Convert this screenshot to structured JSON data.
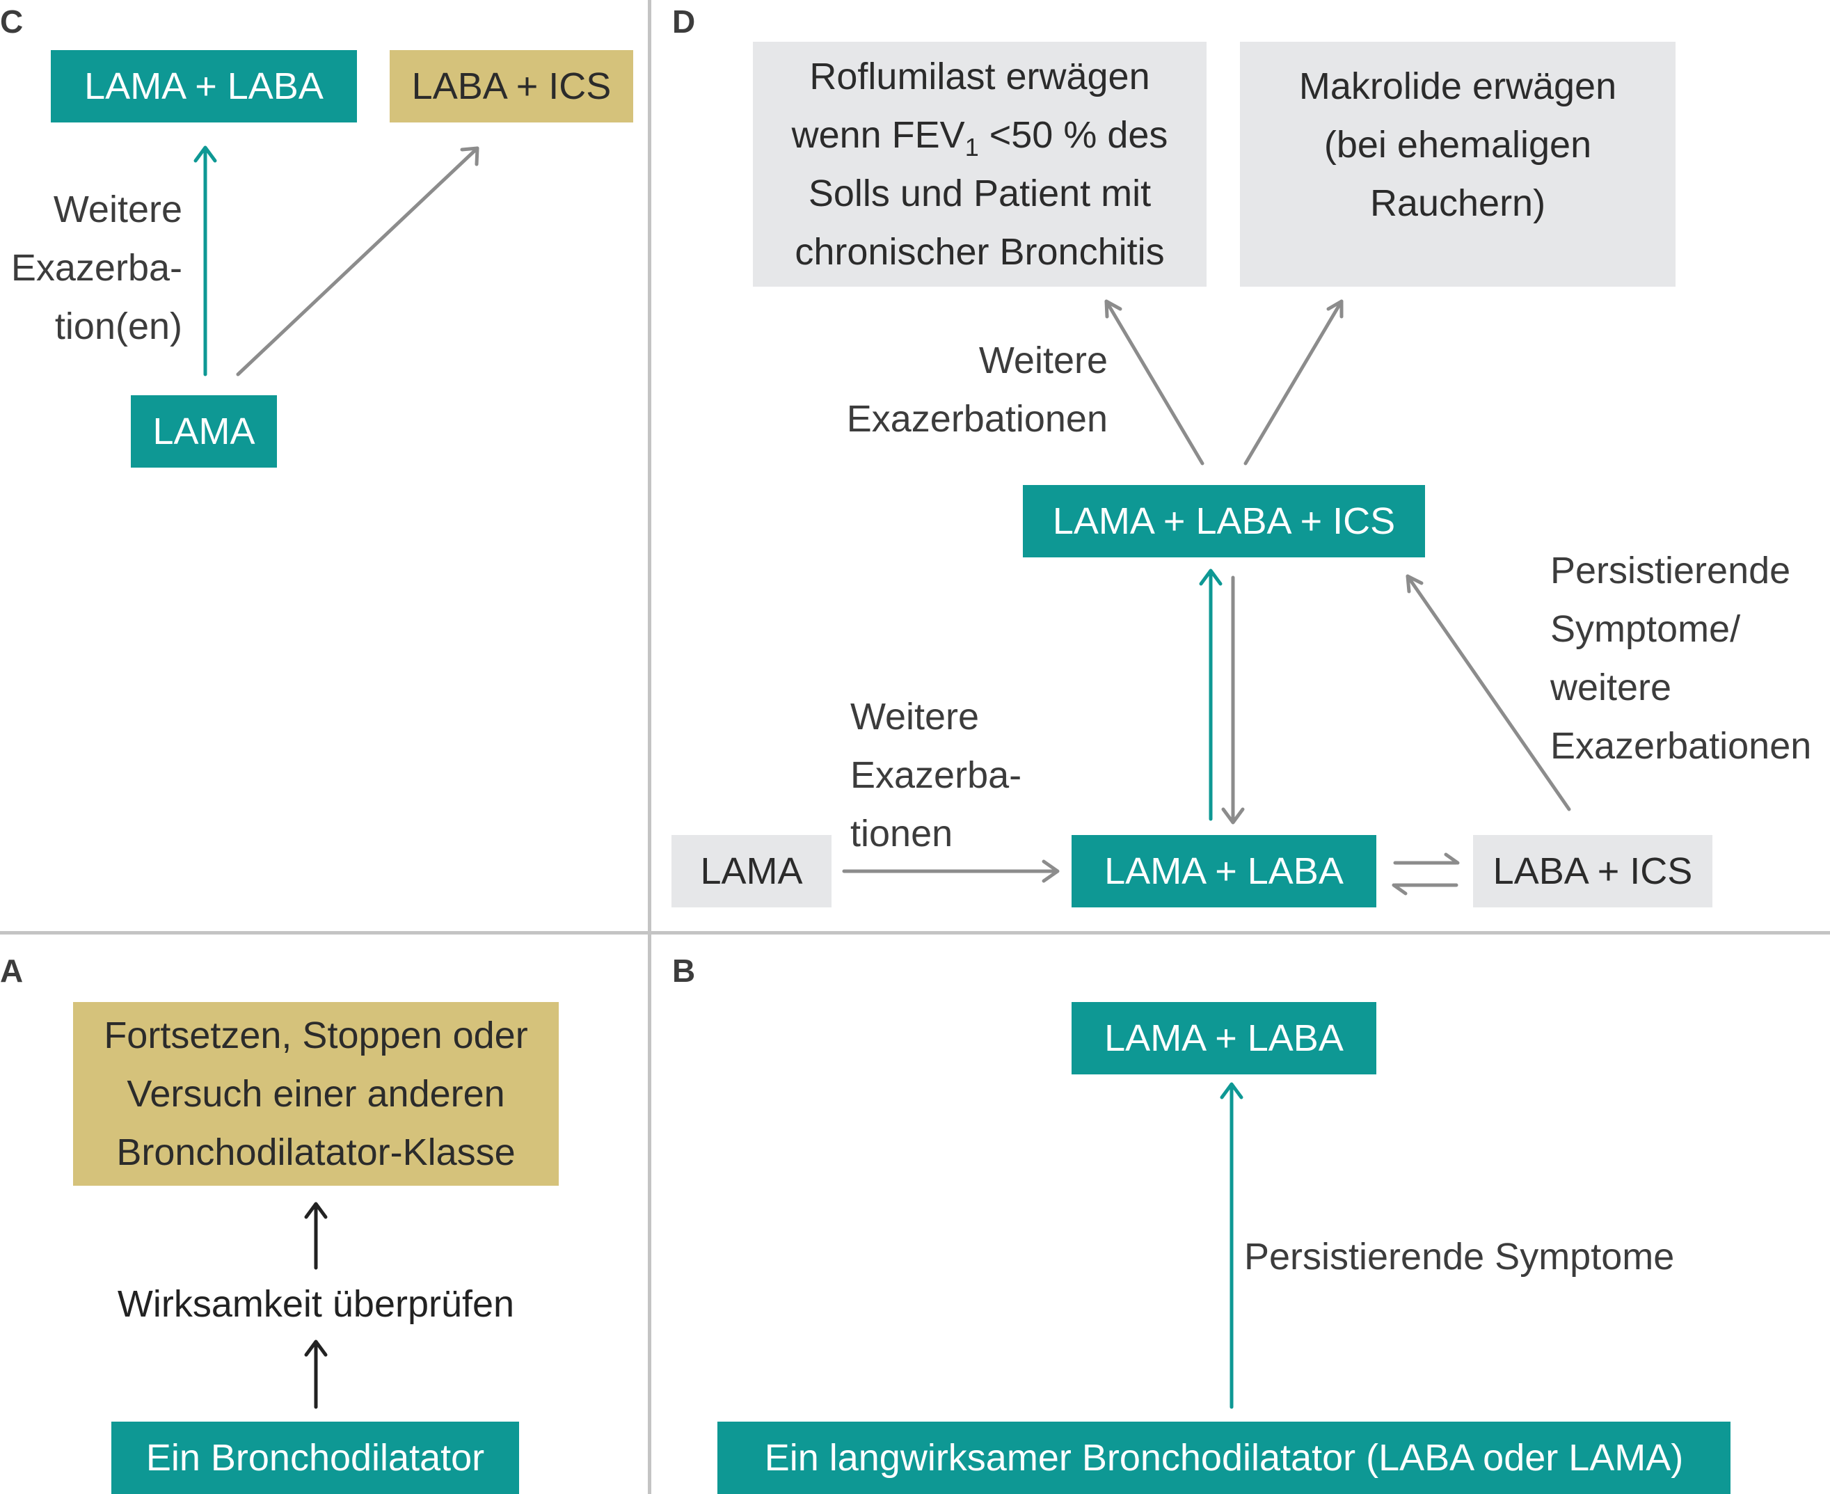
{
  "colors": {
    "teal": "#0e9894",
    "gold": "#d5c27b",
    "gray_box": "#e6e7e9",
    "gray_arrow": "#8c8c8c",
    "dark_arrow": "#222222",
    "divider": "#c4c4c4"
  },
  "panels": {
    "A": {
      "letter": "A",
      "top_box": [
        "Fortsetzen, Stoppen oder",
        "Versuch einer anderen",
        "Bronchodilatator-Klasse"
      ],
      "middle_label": "Wirksamkeit überprüfen",
      "bottom_box": "Ein Bronchodilatator"
    },
    "B": {
      "letter": "B",
      "top_box": "LAMA + LABA",
      "arrow_label": "Persistierende Symptome",
      "bottom_box": "Ein langwirksamer Bronchodilatator (LABA oder LAMA)"
    },
    "C": {
      "letter": "C",
      "box_lama_laba": "LAMA + LABA",
      "box_laba_ics": "LABA + ICS",
      "arrow_label": [
        "Weitere",
        "Exazerba-",
        "tion(en)"
      ],
      "box_lama": "LAMA"
    },
    "D": {
      "letter": "D",
      "box_roflumilast": {
        "line1": "Roflumilast erwägen",
        "line2_pre": "wenn FEV",
        "line2_sub": "1",
        "line2_post": " <50 % des",
        "line3": "Solls und Patient mit",
        "line4": "chronischer Bronchitis"
      },
      "box_makrolide": [
        "Makrolide erwägen",
        "(bei ehemaligen",
        "Rauchern)"
      ],
      "label_top": [
        "Weitere",
        "Exazerbationen"
      ],
      "box_triple": "LAMA + LABA + ICS",
      "label_right": [
        "Persistierende",
        "Symptome/",
        "weitere",
        "Exazerbationen"
      ],
      "label_left": [
        "Weitere",
        "Exazerba-",
        "tionen"
      ],
      "box_lama": "LAMA",
      "box_lama_laba": "LAMA + LABA",
      "box_laba_ics": "LABA + ICS"
    }
  }
}
